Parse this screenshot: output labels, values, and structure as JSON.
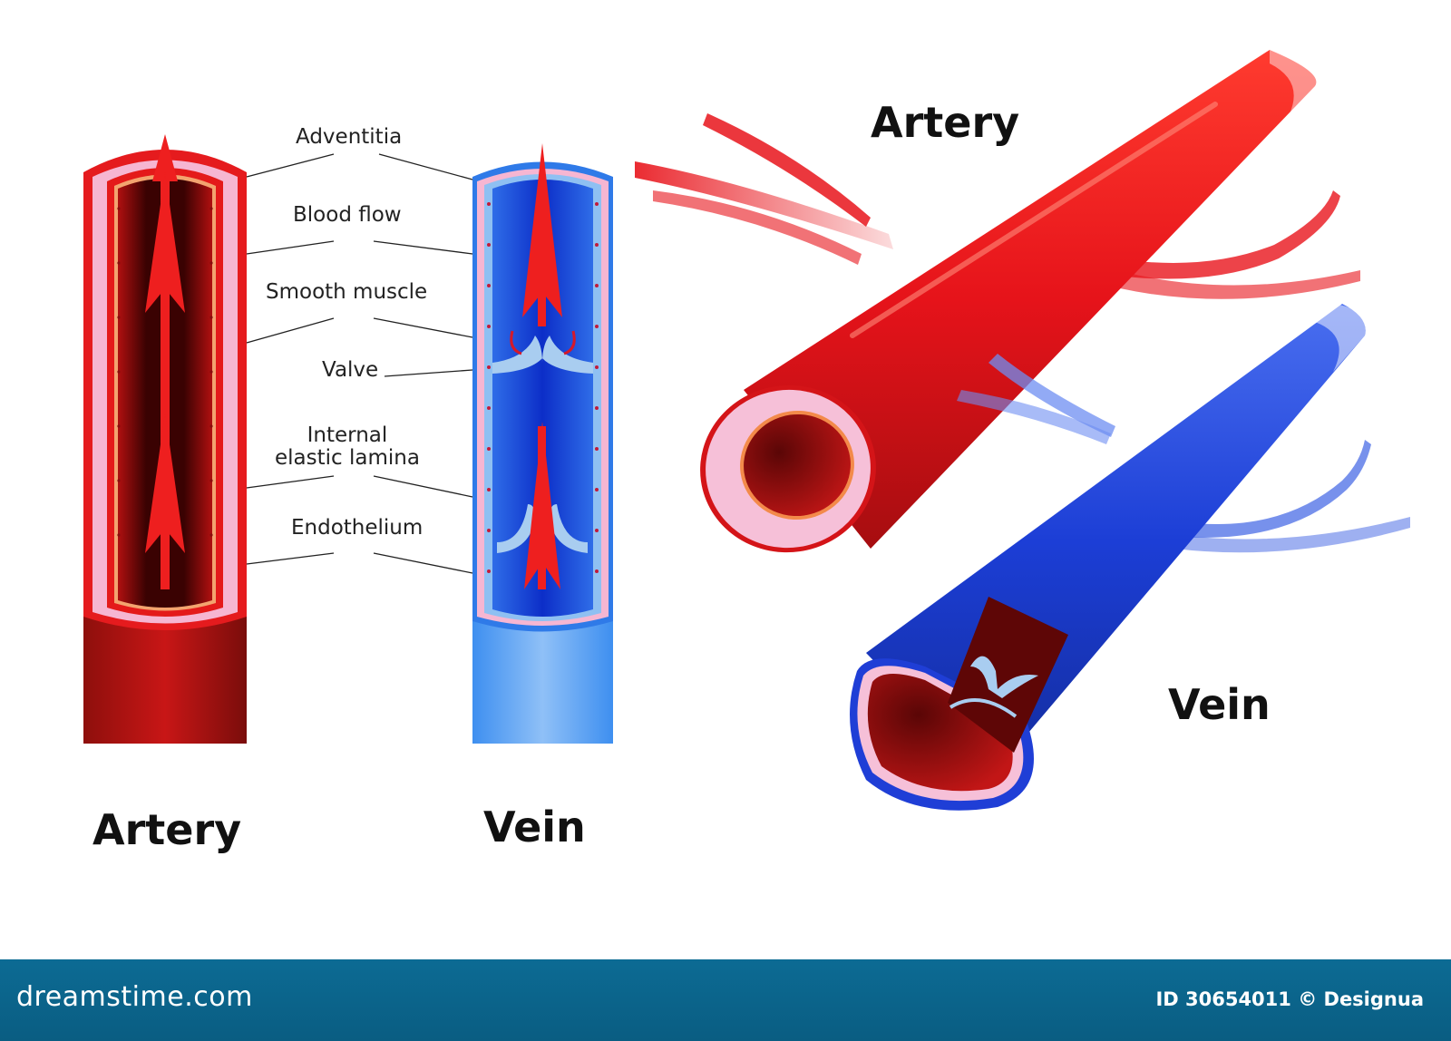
{
  "diagram": {
    "cross_section": {
      "callouts": [
        {
          "id": "adventitia",
          "text": "Adventitia"
        },
        {
          "id": "blood_flow",
          "text": "Blood flow"
        },
        {
          "id": "smooth_muscle",
          "text": "Smooth muscle"
        },
        {
          "id": "valve",
          "text": "Valve"
        },
        {
          "id": "internal_elastic_lamina",
          "text": "Internal\nelastic lamina"
        },
        {
          "id": "endothelium",
          "text": "Endothelium"
        }
      ],
      "artery_title": "Artery",
      "vein_title": "Vein"
    },
    "three_d": {
      "artery_title": "Artery",
      "vein_title": "Vein"
    },
    "colors": {
      "artery_red": "#e8141b",
      "artery_dark": "#7a0d0b",
      "adventitia_pink": "#f4b9d4",
      "vein_blue": "#1c49d6",
      "vein_light_blue": "#5fa6f4",
      "valve_blue": "#a9cdf0"
    }
  },
  "footer": {
    "brand": "dreamstime.com",
    "credit": "ID 30654011 © Designua"
  }
}
